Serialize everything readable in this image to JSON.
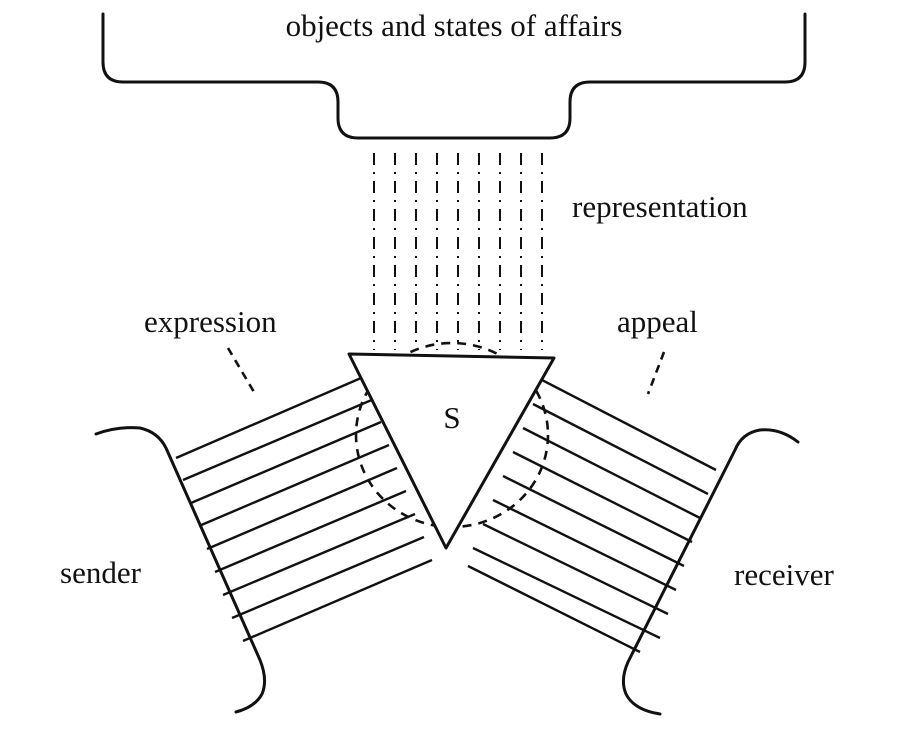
{
  "labels": {
    "objects": "objects and states of affairs",
    "representation": "representation",
    "expression": "expression",
    "appeal": "appeal",
    "sign": "S",
    "sender": "sender",
    "receiver": "receiver"
  }
}
